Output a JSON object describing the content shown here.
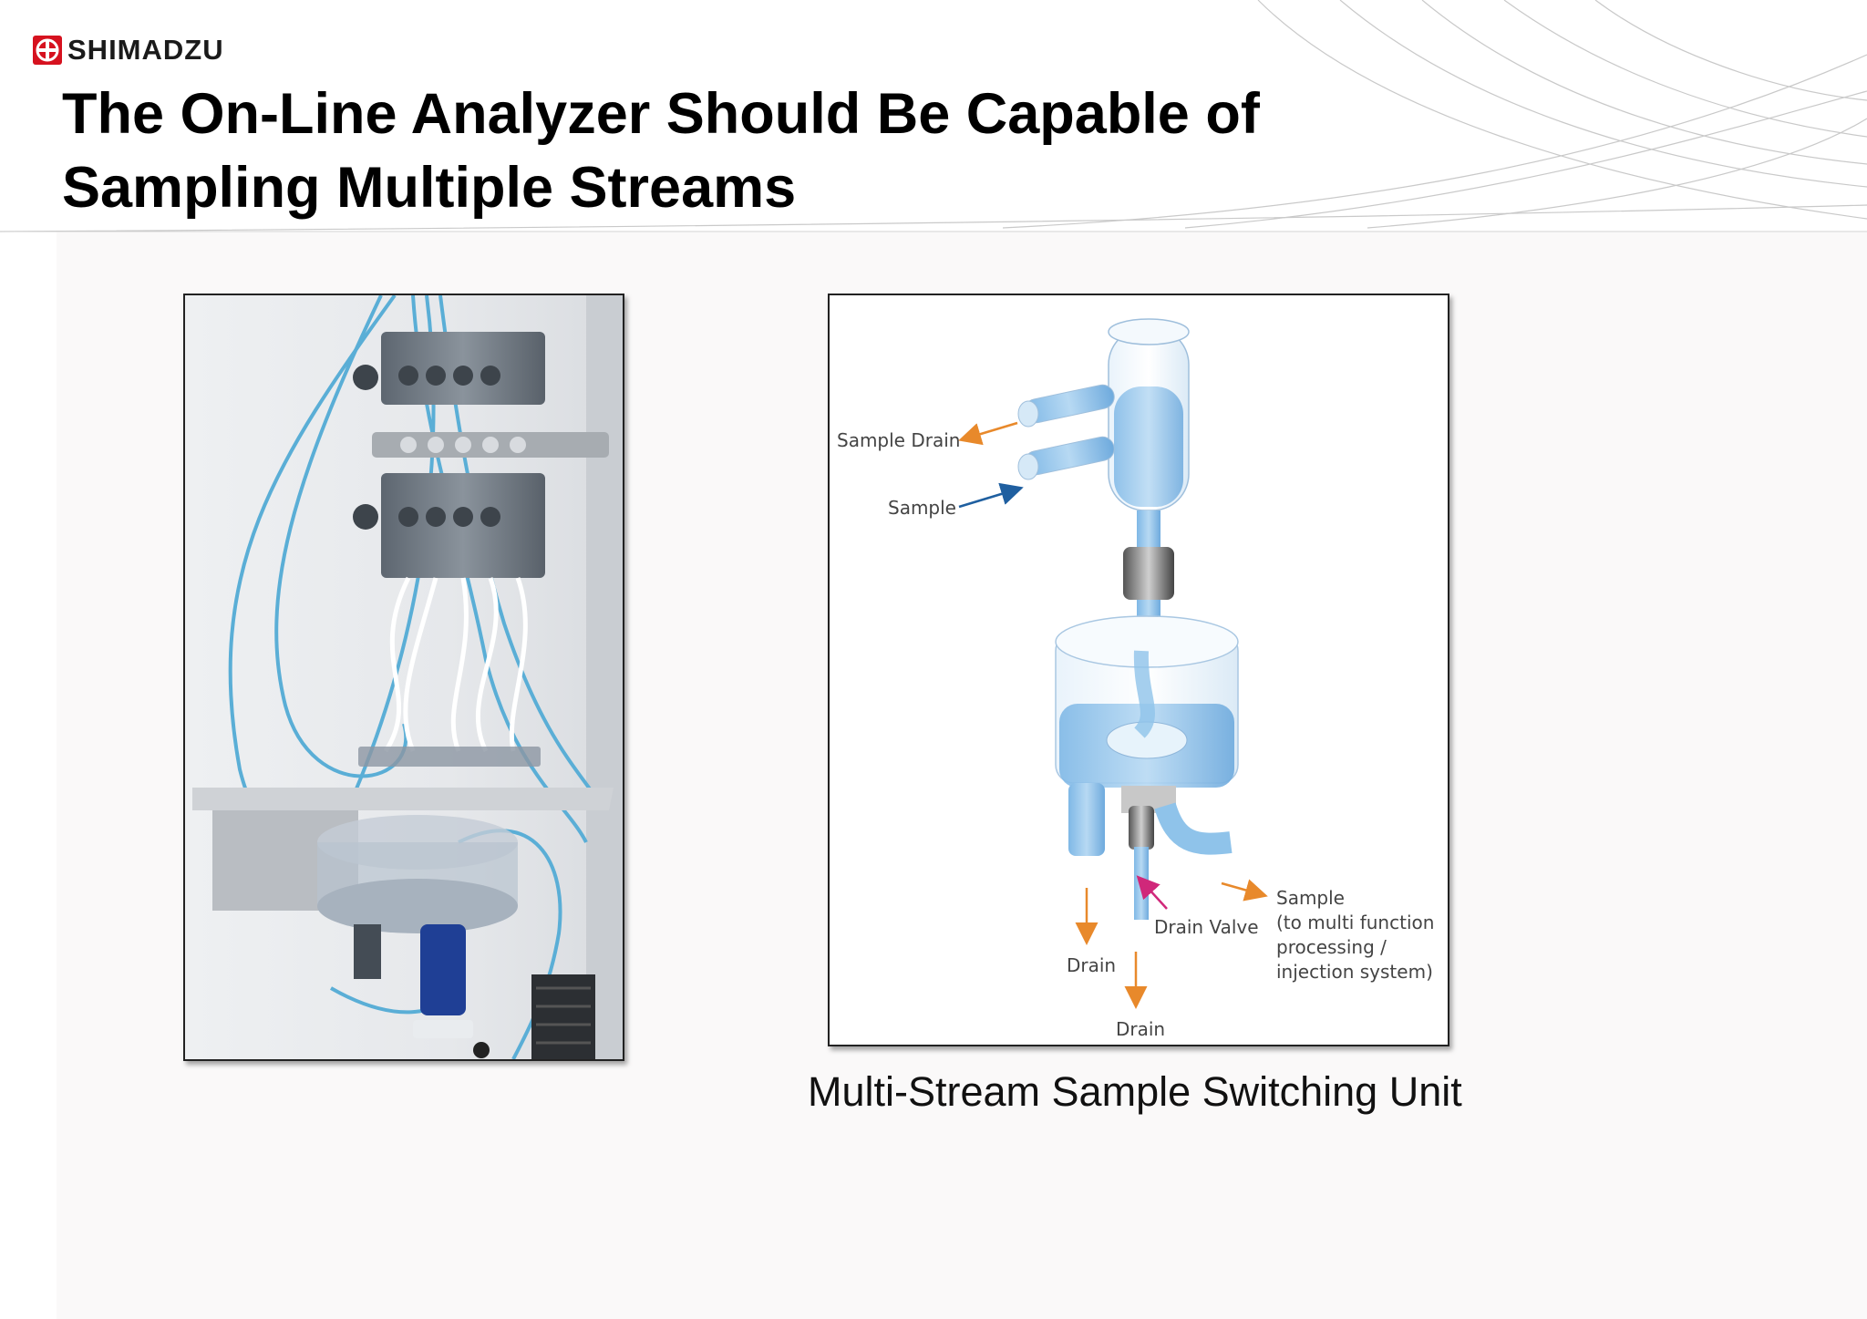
{
  "brand": {
    "name": "SHIMADZU"
  },
  "slide": {
    "title_line1": "The On-Line Analyzer Should Be Capable of",
    "title_line2": "Sampling Multiple Streams"
  },
  "diagram": {
    "labels": {
      "sample_drain": "Sample Drain",
      "sample": "Sample",
      "drain_valve": "Drain Valve",
      "drain_left": "Drain",
      "drain_bottom": "Drain",
      "sample_out_line1": "Sample",
      "sample_out_line2": "(to multi function",
      "sample_out_line3": "processing /",
      "sample_out_line4": "injection system)"
    },
    "colors": {
      "arrow_orange": "#e8892b",
      "arrow_blue": "#1f5fa0",
      "arrow_magenta": "#d0287a",
      "water": "#8fc3ea"
    }
  },
  "caption": "Multi-Stream Sample Switching Unit",
  "colors": {
    "brand_red": "#d6121f",
    "title": "#000000"
  }
}
